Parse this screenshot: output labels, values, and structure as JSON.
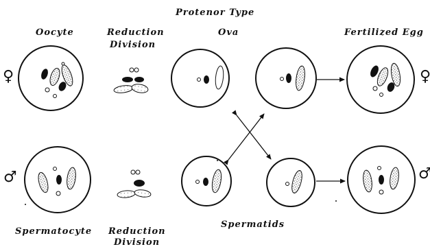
{
  "labels": {
    "protenor_type": "Protenor Type",
    "oocyte": "Oocyte",
    "reduction_division_top_line1": "Reduction",
    "reduction_division_top_line2": "Division",
    "ova": "Ova",
    "fertilized_egg": "Fertilized Egg",
    "spermatocyte": "Spermatocyte",
    "reduction_division_bottom_line1": "Reduction",
    "reduction_division_bottom_line2": "Division",
    "spermatids": "Spermatids"
  },
  "symbols": {
    "female_left": "♀",
    "female_right": "♀",
    "male_left": "♂",
    "male_right": "♂"
  }
}
